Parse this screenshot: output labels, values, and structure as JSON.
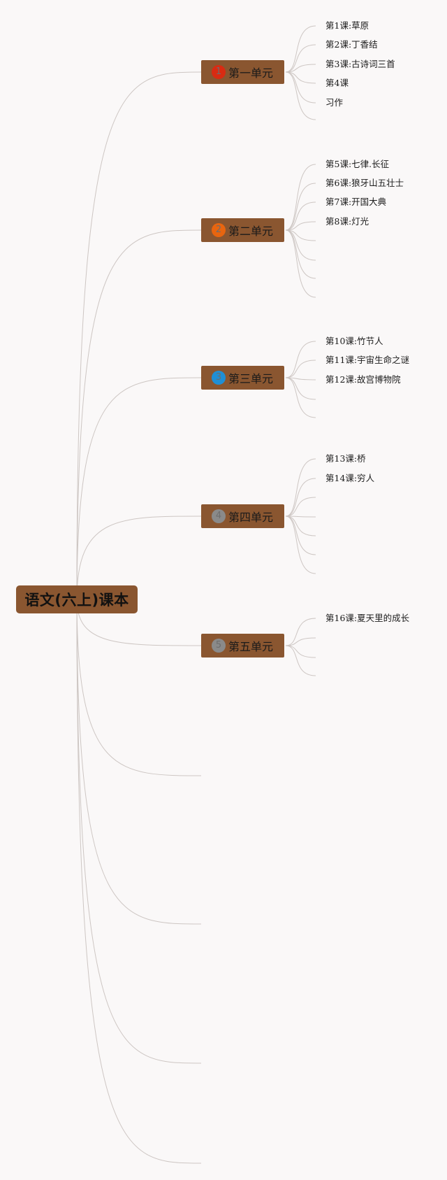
{
  "root": {
    "title": "语文(六上)课本"
  },
  "units": [
    {
      "badge": "1",
      "label": "第一单元",
      "badge_color": "#d92b12",
      "lessons": [
        "第1课:草原",
        "第2课:丁香结",
        "第3课:古诗词三首",
        "第4课",
        "习作"
      ]
    },
    {
      "badge": "2",
      "label": "第二单元",
      "badge_color": "#e8650f",
      "lessons": [
        "第5课:七律.长征",
        "第6课:狼牙山五壮士",
        "第7课:开国大典",
        "第8课:灯光"
      ]
    },
    {
      "badge": "3",
      "label": "第三单元",
      "badge_color": "#1f8fd6",
      "lessons": [
        "第10课:竹节人",
        "第11课:宇宙生命之谜",
        "第12课:故宫博物院"
      ]
    },
    {
      "badge": "4",
      "label": "第四单元",
      "badge_color": "#8a8a8a",
      "lessons": [
        "第13课:桥",
        "第14课:穷人"
      ]
    },
    {
      "badge": "5",
      "label": "第五单元",
      "badge_color": "#8a8a8a",
      "lessons": [
        "第16课:夏天里的成长"
      ]
    }
  ],
  "colors": {
    "node": "#8a5630",
    "line": "#cdc6c3",
    "background": "#faf8f8"
  }
}
